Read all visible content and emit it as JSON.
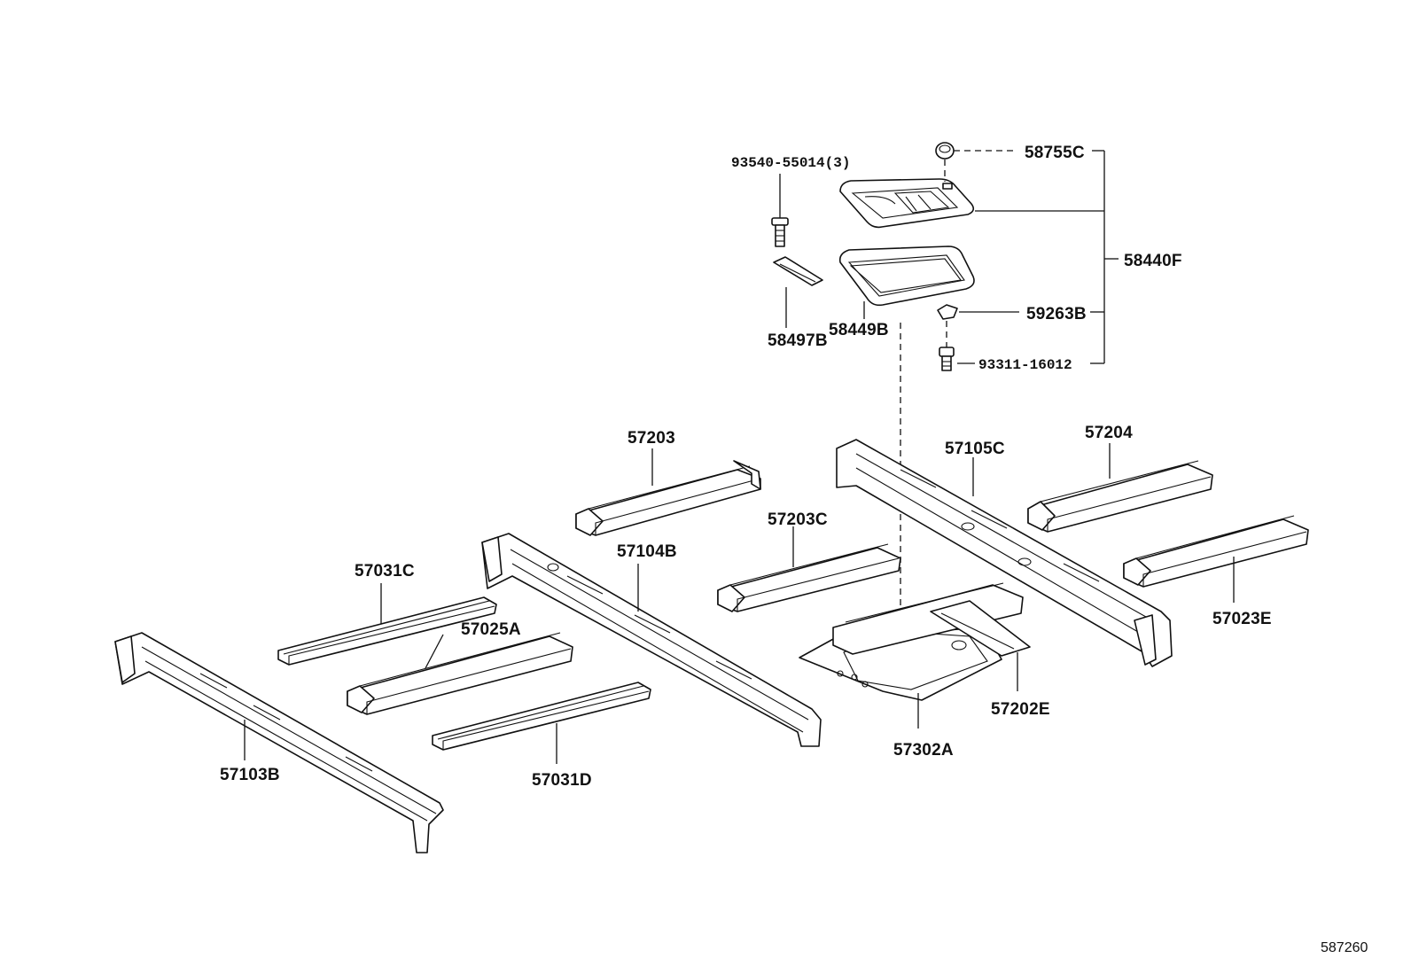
{
  "diagram": {
    "reference_number": "587260",
    "part_labels": {
      "p93540": "93540-55014(3)",
      "p58755C": "58755C",
      "p58440F": "58440F",
      "p58497B": "58497B",
      "p58449B": "58449B",
      "p59263B": "59263B",
      "p93311": "93311-16012",
      "p57203": "57203",
      "p57105C": "57105C",
      "p57204": "57204",
      "p57203C": "57203C",
      "p57104B": "57104B",
      "p57031C": "57031C",
      "p57025A": "57025A",
      "p57023E": "57023E",
      "p57202E": "57202E",
      "p57302A": "57302A",
      "p57103B": "57103B",
      "p57031D": "57031D"
    }
  }
}
